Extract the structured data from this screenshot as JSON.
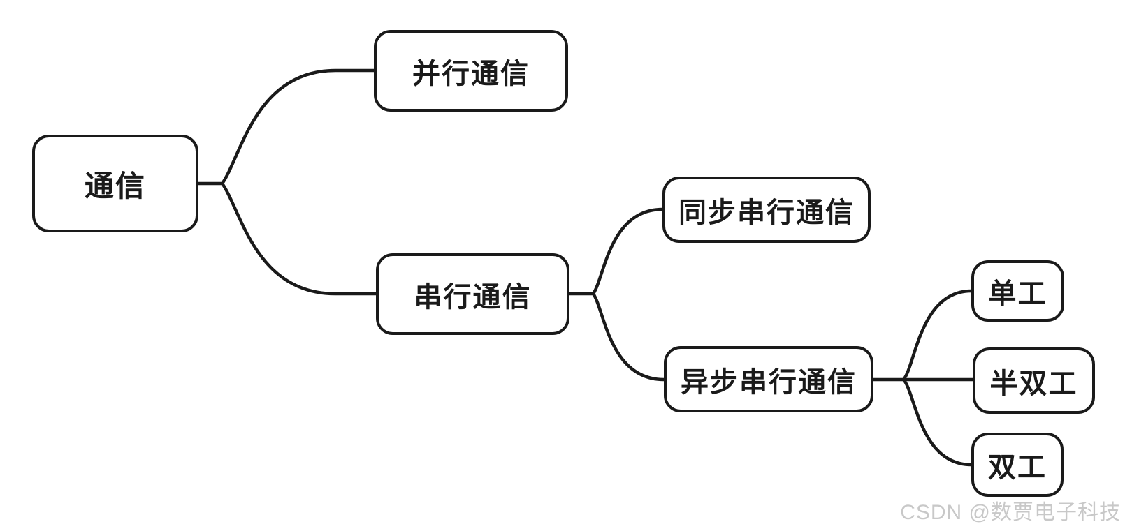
{
  "colors": {
    "node_border": "#1a1a1a",
    "node_background": "#ffffff",
    "connector": "#1a1a1a",
    "text": "#1a1a1a",
    "watermark": "#c8c8c8",
    "page_background": "#ffffff"
  },
  "tree": {
    "label": "通信",
    "children": [
      {
        "label": "并行通信",
        "children": []
      },
      {
        "label": "串行通信",
        "children": [
          {
            "label": "同步串行通信",
            "children": []
          },
          {
            "label": "异步串行通信",
            "children": [
              {
                "label": "单工"
              },
              {
                "label": "半双工"
              },
              {
                "label": "双工"
              }
            ]
          }
        ]
      }
    ]
  },
  "watermark": {
    "text": "CSDN @数贾电子科技"
  }
}
